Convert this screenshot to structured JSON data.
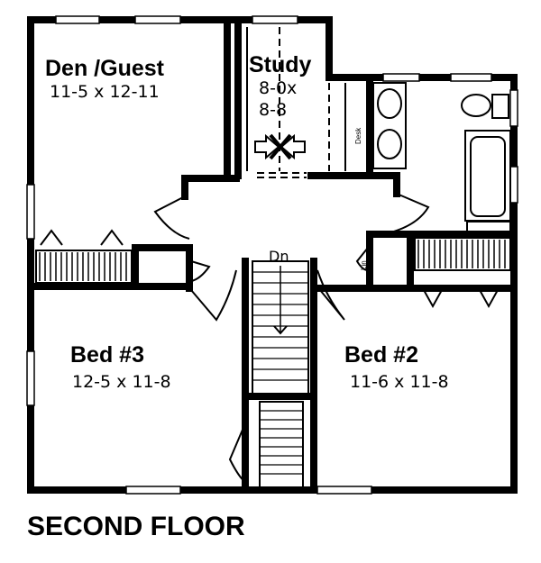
{
  "title": "SECOND FLOOR",
  "rooms": {
    "den": {
      "name": "Den /Guest",
      "size": "11-5 x 12-11"
    },
    "study": {
      "name": "Study",
      "size_line1": "8-0x",
      "size_line2": "8-8"
    },
    "bed3": {
      "name": "Bed #3",
      "size": "12-5 x 11-8"
    },
    "bed2": {
      "name": "Bed #2",
      "size": "11-6 x 11-8"
    }
  },
  "labels": {
    "shelves": "Shelves",
    "desk": "Desk",
    "stairs": "Dn",
    "linen": "Lin"
  }
}
